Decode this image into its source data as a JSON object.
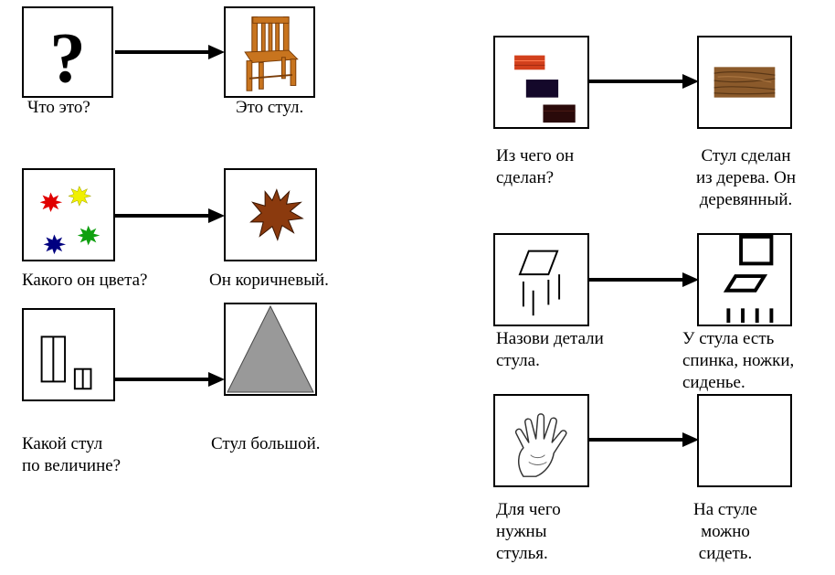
{
  "rows": {
    "what": {
      "question": "Что это?",
      "answer": "Это стул.",
      "question_icon": "question-mark-icon",
      "answer_icon": "chair-icon"
    },
    "color": {
      "question": "Какого он цвета?",
      "answer": "Он коричневый.",
      "question_icon": "color-stars-icon",
      "answer_icon": "brown-star-icon",
      "star_colors": [
        "#e00000",
        "#f0f000",
        "#000080",
        "#10a010"
      ],
      "answer_color": "#8b3a0e"
    },
    "size": {
      "question": "Какой стул\nпо величине?",
      "answer": "Стул большой.",
      "question_icon": "size-rectangles-icon",
      "answer_icon": "big-triangle-icon",
      "triangle_color": "#999999"
    },
    "material": {
      "question": "Из чего он\nсделан?",
      "answer": "Стул сделан\nиз дерева. Он\nдеревянный.",
      "question_icon": "material-swatches-icon",
      "answer_icon": "wood-plank-icon"
    },
    "parts": {
      "question": "Назови детали\nстула.",
      "answer": "У стула есть\nспинка, ножки,\nсиденье.",
      "question_icon": "chair-parts-scattered-icon",
      "answer_icon": "chair-parts-assembled-icon"
    },
    "purpose": {
      "question": "Для чего\nнужны\nстулья.",
      "answer": "На стуле\nможно\nсидеть.",
      "question_icon": "hand-icon",
      "answer_icon": "empty-box"
    }
  }
}
